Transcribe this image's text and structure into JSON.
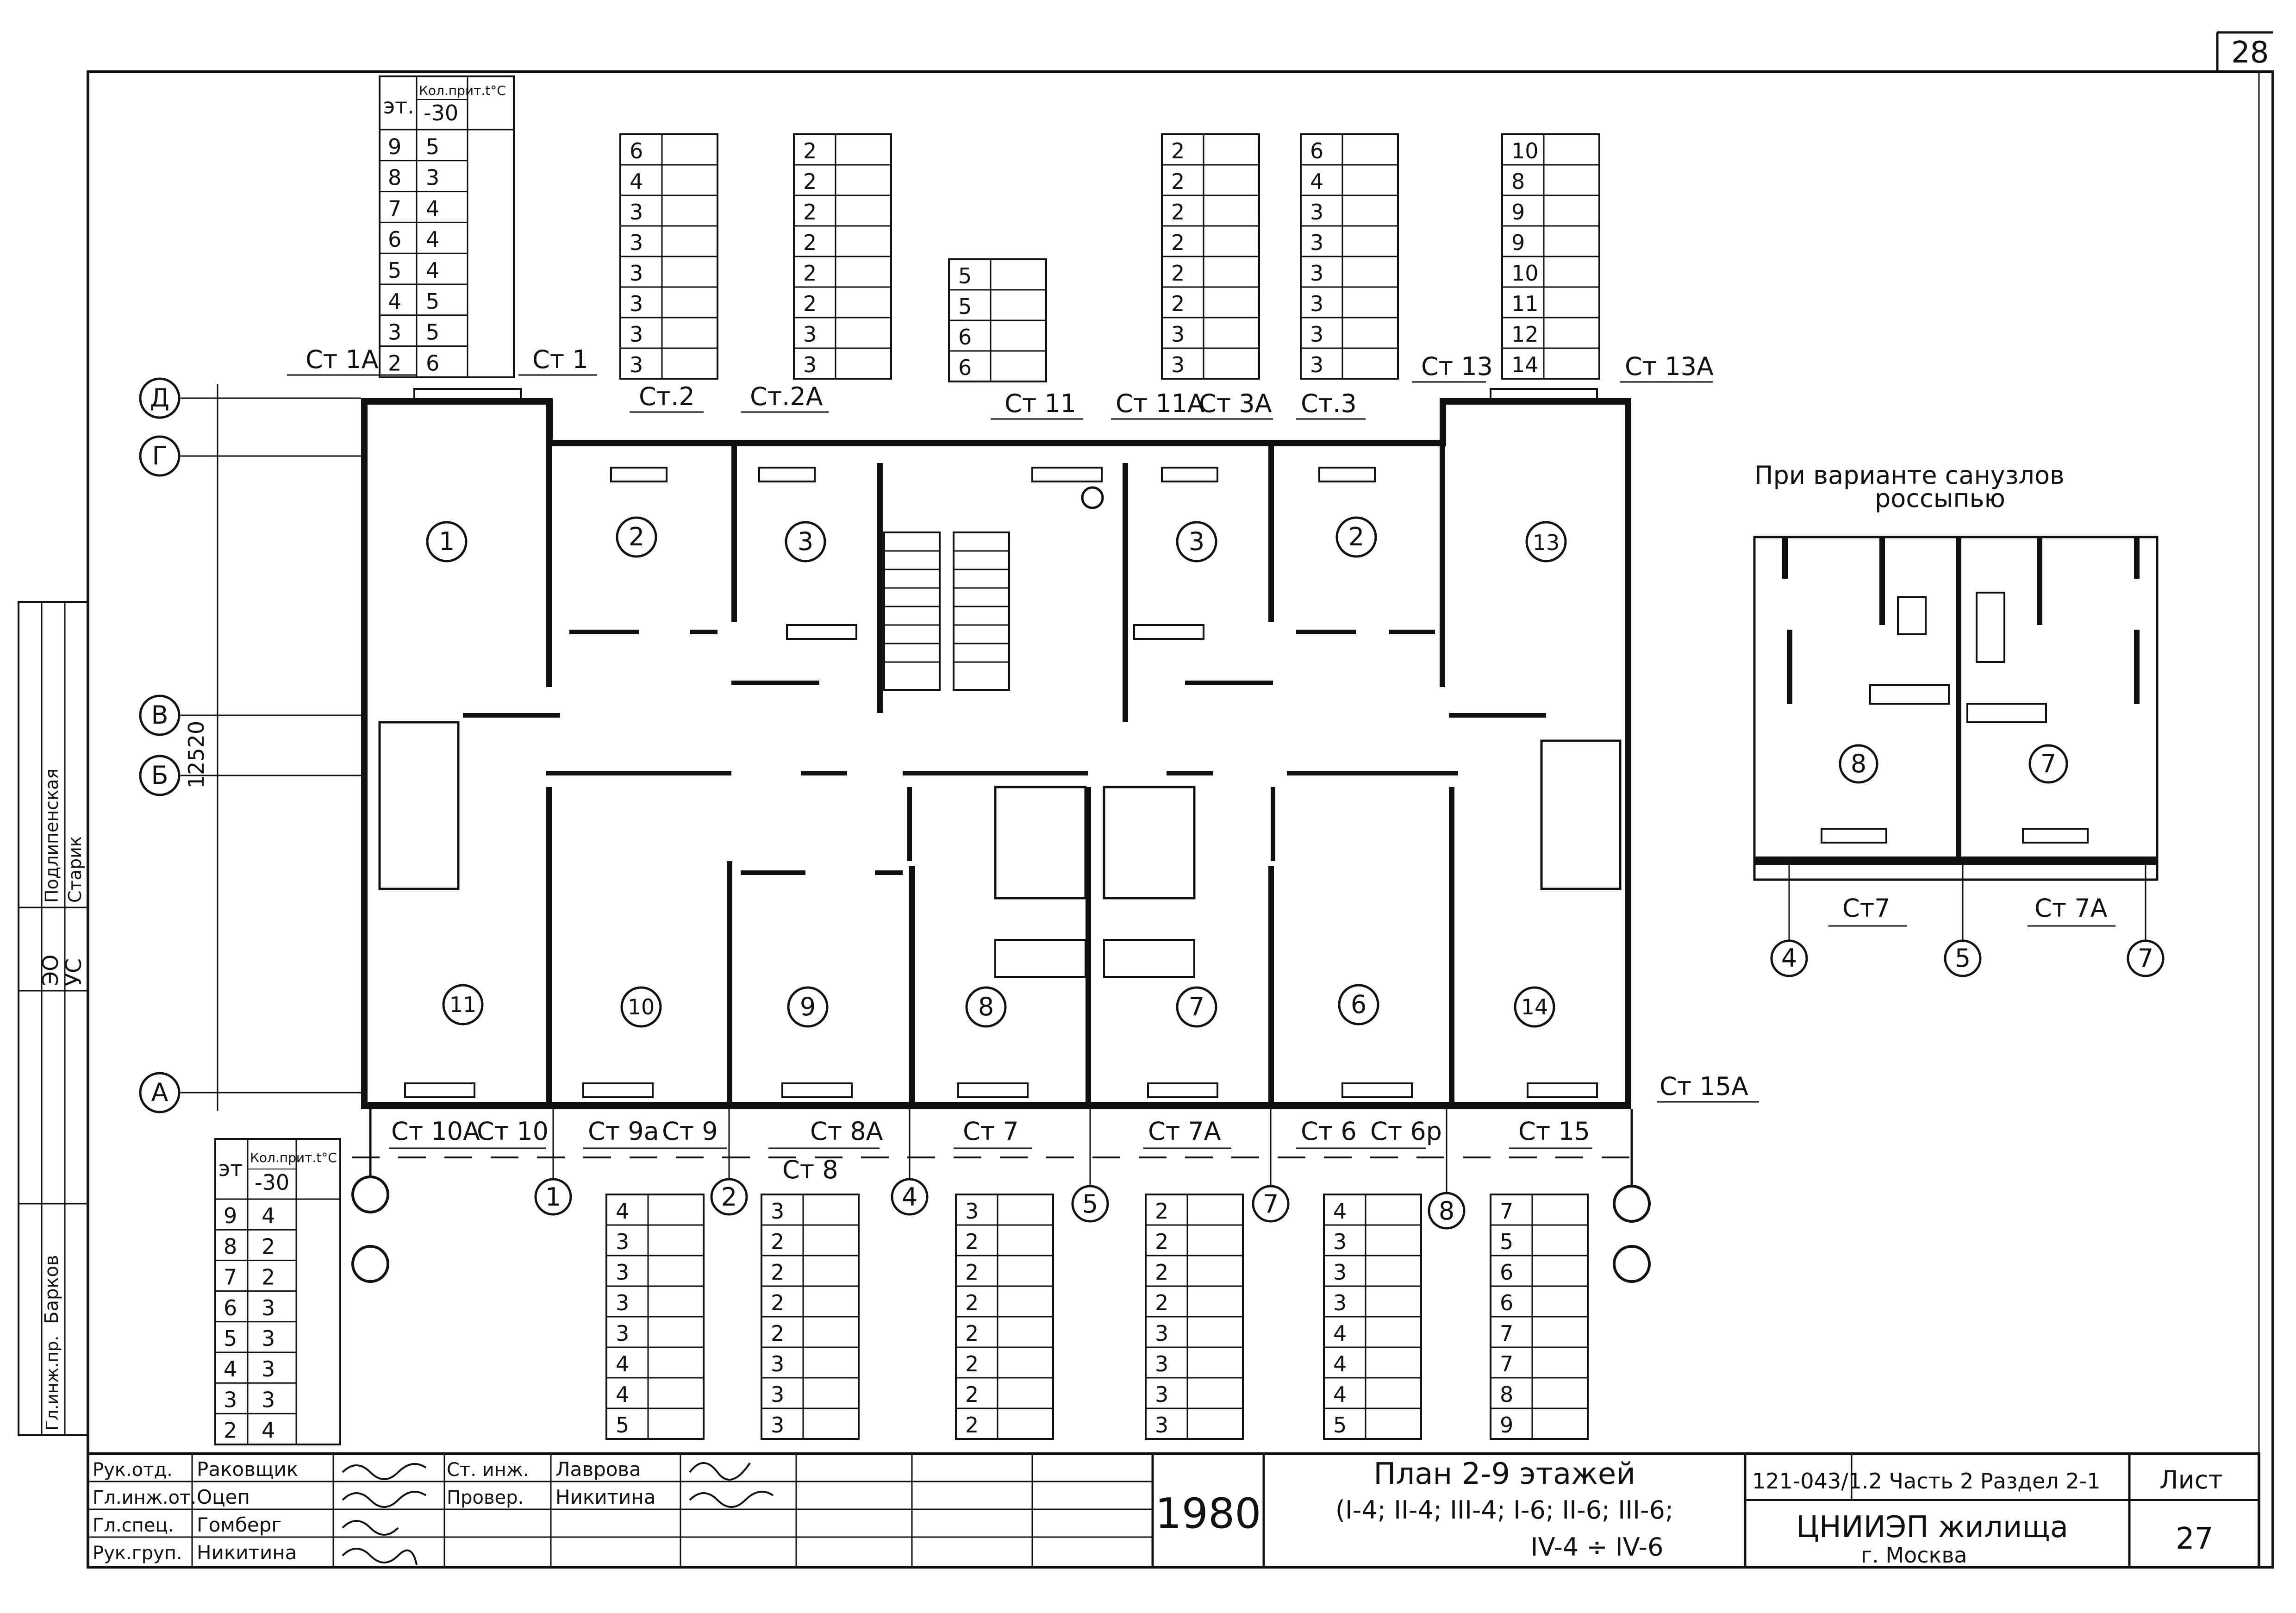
{
  "sheet_corner": "28",
  "axes": {
    "rows": [
      "Д",
      "Г",
      "В",
      "Б",
      "А"
    ],
    "bottom": [
      "1",
      "2",
      "4",
      "5",
      "7",
      "8"
    ],
    "dimension": "12520"
  },
  "rooms": [
    "1",
    "2",
    "3",
    "3",
    "2",
    "13",
    "11",
    "10",
    "9",
    "8",
    "7",
    "6",
    "14"
  ],
  "risers_top": [
    "Ст 1А",
    "Ст 1",
    "Ст.2",
    "Ст.2А",
    "Ст 11",
    "Ст 11А",
    "Ст 3А",
    "Ст.3",
    "Ст 13",
    "Ст 13А"
  ],
  "risers_bottom": [
    "Ст 10А",
    "Ст 10",
    "Ст 9а",
    "Ст 9",
    "Ст 8",
    "Ст 8А",
    "Ст 7",
    "Ст 7А",
    "Ст 6",
    "Ст 6р",
    "Ст 15",
    "Ст 15А"
  ],
  "legend_top": {
    "h_floor": "эт.",
    "h_count": "Кол.прит.t°С",
    "h_sub": "-30",
    "floors": [
      "9",
      "8",
      "7",
      "6",
      "5",
      "4",
      "3",
      "2"
    ],
    "values": [
      "5",
      "3",
      "4",
      "4",
      "4",
      "5",
      "5",
      "6"
    ]
  },
  "legend_bottom": {
    "h_floor": "эт",
    "h_count": "Кол.прит.t°С",
    "h_sub": "-30",
    "floors": [
      "9",
      "8",
      "7",
      "6",
      "5",
      "4",
      "3",
      "2"
    ],
    "values": [
      "4",
      "2",
      "2",
      "3",
      "3",
      "3",
      "3",
      "4"
    ]
  },
  "columns_top": [
    [
      "6",
      "4",
      "3",
      "3",
      "3",
      "3",
      "3",
      "3"
    ],
    [
      "2",
      "2",
      "2",
      "2",
      "2",
      "2",
      "3",
      "3"
    ],
    [
      "5",
      "5",
      "6",
      "6"
    ],
    [
      "2",
      "2",
      "2",
      "2",
      "2",
      "2",
      "3",
      "3"
    ],
    [
      "6",
      "4",
      "3",
      "3",
      "3",
      "3",
      "3",
      "3"
    ],
    [
      "10",
      "8",
      "9",
      "9",
      "10",
      "11",
      "12",
      "14"
    ]
  ],
  "columns_bottom": [
    [
      "4",
      "3",
      "3",
      "3",
      "3",
      "4",
      "4",
      "5"
    ],
    [
      "3",
      "2",
      "2",
      "2",
      "2",
      "3",
      "3",
      "3"
    ],
    [
      "3",
      "2",
      "2",
      "2",
      "2",
      "2",
      "2",
      "2"
    ],
    [
      "2",
      "2",
      "2",
      "2",
      "3",
      "3",
      "3",
      "3"
    ],
    [
      "4",
      "3",
      "3",
      "3",
      "4",
      "4",
      "4",
      "5"
    ],
    [
      "7",
      "5",
      "6",
      "6",
      "7",
      "7",
      "8",
      "9"
    ]
  ],
  "variant": {
    "title_line1": "При варианте санузлов",
    "title_line2": "россыпью",
    "rooms": [
      "8",
      "7"
    ],
    "risers": [
      "Ст7",
      "Ст 7А"
    ],
    "axes": [
      "4",
      "5",
      "7"
    ]
  },
  "side_stamp": [
    "ЭО",
    "УС",
    "Подлипенская",
    "Старик",
    "Гл.инж.пр.",
    "Барков"
  ],
  "title_block": {
    "roles": [
      "Рук.отд.",
      "Гл.инж.от.",
      "Гл.спец.",
      "Рук.груп."
    ],
    "names": [
      "Раковщик",
      "Оцеп",
      "Гомберг",
      "Никитина"
    ],
    "roles2": [
      "Ст. инж.",
      "Провер."
    ],
    "names2": [
      "Лаврова",
      "Никитина"
    ],
    "year": "1980",
    "plan_title": "План 2-9 этажей",
    "plan_sub1": "(I-4; II-4; III-4; I-6; II-6; III-6;",
    "plan_sub2": "IV-4 ÷ IV-6",
    "doc_code": "121-043/1.2 Часть 2 Раздел 2-1",
    "org": "ЦНИИЭП жилища",
    "city": "г. Москва",
    "sheet_label": "Лист",
    "sheet_no": "27"
  }
}
